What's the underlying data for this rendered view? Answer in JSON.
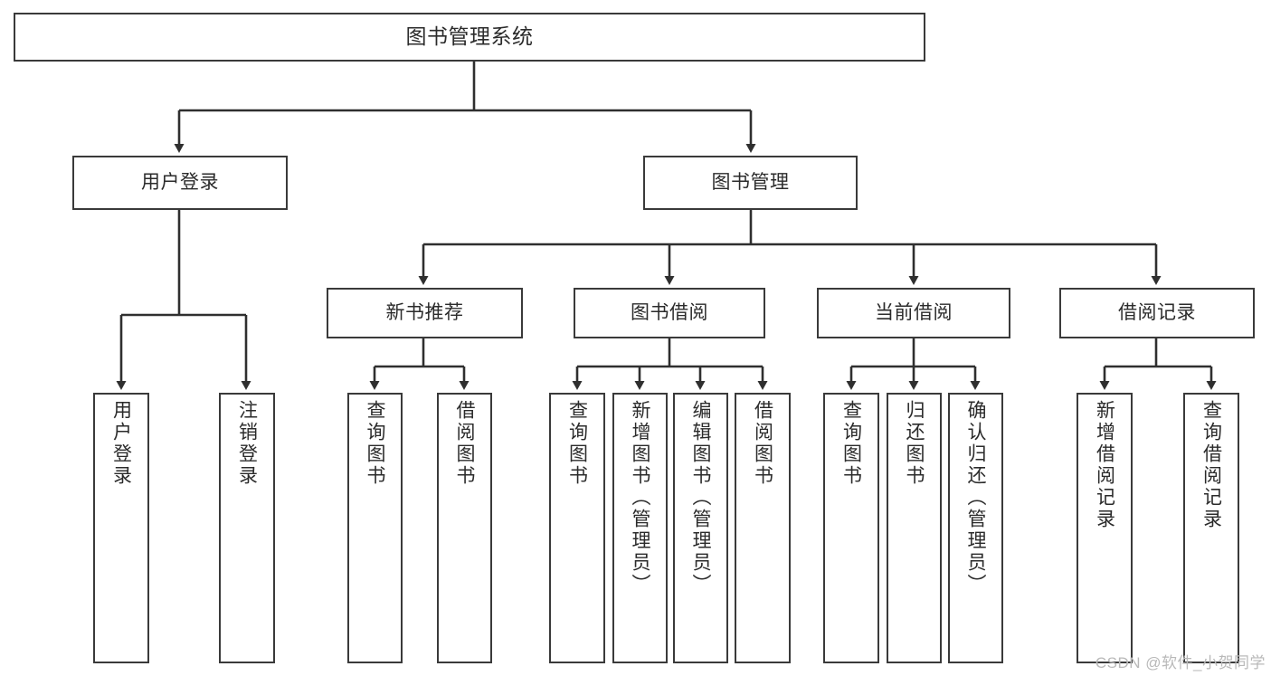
{
  "diagram": {
    "title": "图书管理系统",
    "watermark": "CSDN @软件_小贺同学",
    "type": "hierarchy-tree",
    "levels": 4,
    "nodes": {
      "root": "图书管理系统",
      "l2": {
        "user_login": "用户登录",
        "book_mgmt": "图书管理"
      },
      "l3": {
        "new_book_rec": "新书推荐",
        "book_borrow": "图书借阅",
        "current_borrow": "当前借阅",
        "borrow_record": "借阅记录"
      },
      "leaves": {
        "user_login_1": "用户登录",
        "user_login_2": "注销登录",
        "new_book_rec_1": "查询图书",
        "new_book_rec_2": "借阅图书",
        "book_borrow_1": "查询图书",
        "book_borrow_2": "新增图书（管理员）",
        "book_borrow_3": "编辑图书（管理员）",
        "book_borrow_4": "借阅图书",
        "current_borrow_1": "查询图书",
        "current_borrow_2": "归还图书",
        "current_borrow_3": "确认归还（管理员）",
        "borrow_record_1": "新增借阅记录",
        "borrow_record_2": "查询借阅记录"
      }
    },
    "colors": {
      "border": "#3a3a3a",
      "text": "#2b2b2b",
      "background": "#ffffff",
      "watermark": "#b9b9b9"
    }
  }
}
